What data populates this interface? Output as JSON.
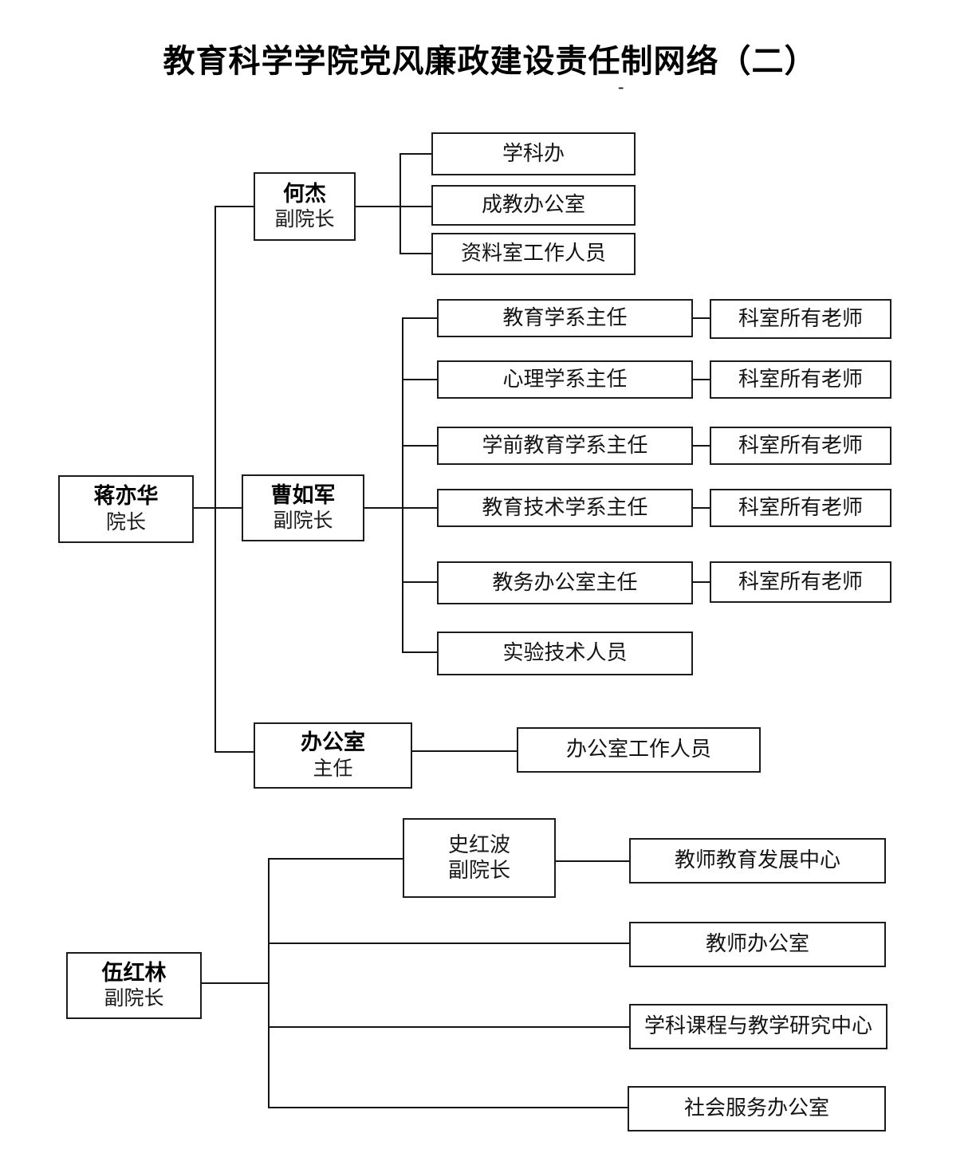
{
  "title": "教育科学学院党风廉政建设责任制网络（二）",
  "dash": "-",
  "tree_top": {
    "dean": {
      "name": "蒋亦华",
      "role": "院长"
    },
    "branches": [
      {
        "name": "何杰",
        "role": "副院长"
      },
      {
        "name": "曹如军",
        "role": "副院长"
      },
      {
        "name": "办公室",
        "role": "主任"
      }
    ],
    "hejie_children": [
      "学科办",
      "成教办公室",
      "资料室工作人员"
    ],
    "cao_children": [
      {
        "dept": "教育学系主任",
        "staff": "科室所有老师"
      },
      {
        "dept": "心理学系主任",
        "staff": "科室所有老师"
      },
      {
        "dept": "学前教育学系主任",
        "staff": "科室所有老师"
      },
      {
        "dept": "教育技术学系主任",
        "staff": "科室所有老师"
      },
      {
        "dept": "教务办公室主任",
        "staff": "科室所有老师"
      },
      {
        "dept": "实验技术人员"
      }
    ],
    "office_children": [
      "办公室工作人员"
    ]
  },
  "tree_bottom": {
    "vice_dean": {
      "name": "伍红林",
      "role": "副院长"
    },
    "sub_leader": {
      "name": "史红波",
      "role": "副院长"
    },
    "children": [
      "教师教育发展中心",
      "教师办公室",
      "学科课程与教学研究中心",
      "社会服务办公室"
    ]
  },
  "colors": {
    "line": "#141414",
    "border": "#1c1c1c",
    "background": "#ffffff",
    "text": "#111111"
  }
}
